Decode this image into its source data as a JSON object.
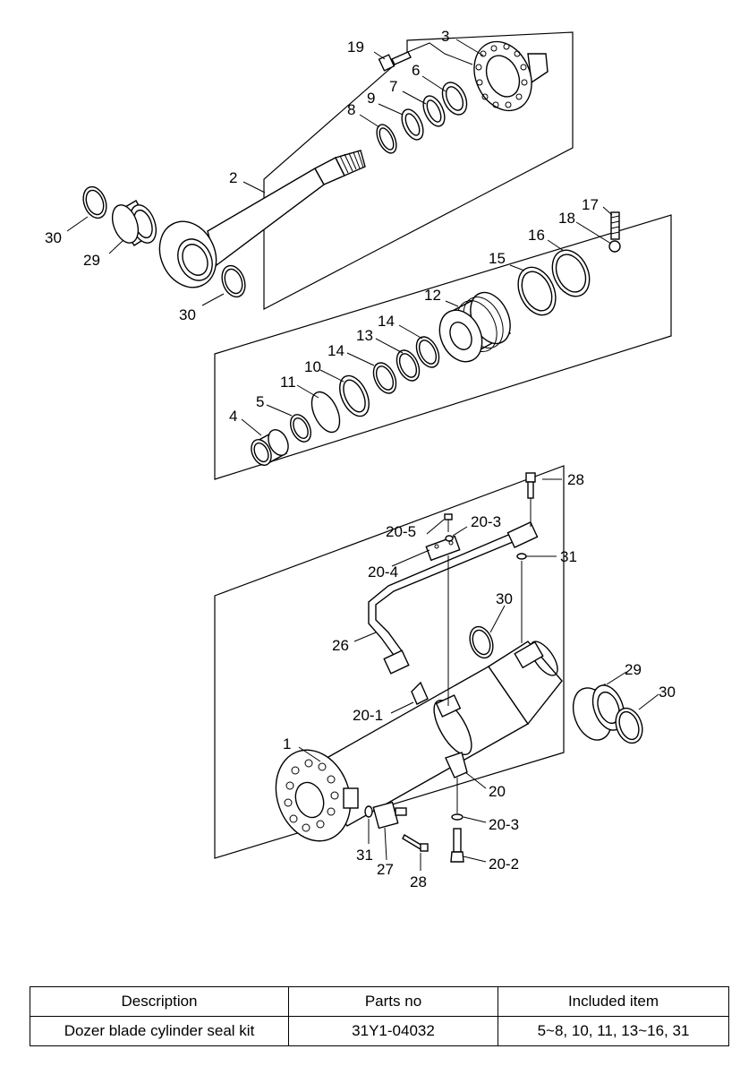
{
  "diagram": {
    "callouts": {
      "c1": "1",
      "c2": "2",
      "c3": "3",
      "c4": "4",
      "c5": "5",
      "c6": "6",
      "c7": "7",
      "c8": "8",
      "c9": "9",
      "c10": "10",
      "c11": "11",
      "c12": "12",
      "c13": "13",
      "c14a": "14",
      "c14b": "14",
      "c15": "15",
      "c16": "16",
      "c17": "17",
      "c18": "18",
      "c19": "19",
      "c20": "20",
      "c20_1": "20-1",
      "c20_2": "20-2",
      "c20_3a": "20-3",
      "c20_3b": "20-3",
      "c20_4": "20-4",
      "c20_5": "20-5",
      "c26": "26",
      "c27": "27",
      "c28a": "28",
      "c28b": "28",
      "c29a": "29",
      "c29b": "29",
      "c30a": "30",
      "c30b": "30",
      "c30c": "30",
      "c30d": "30",
      "c31a": "31",
      "c31b": "31"
    }
  },
  "table": {
    "headers": [
      "Description",
      "Parts no",
      "Included item"
    ],
    "rows": [
      [
        "Dozer blade cylinder seal kit",
        "31Y1-04032",
        "5~8, 10, 11, 13~16, 31"
      ]
    ]
  }
}
